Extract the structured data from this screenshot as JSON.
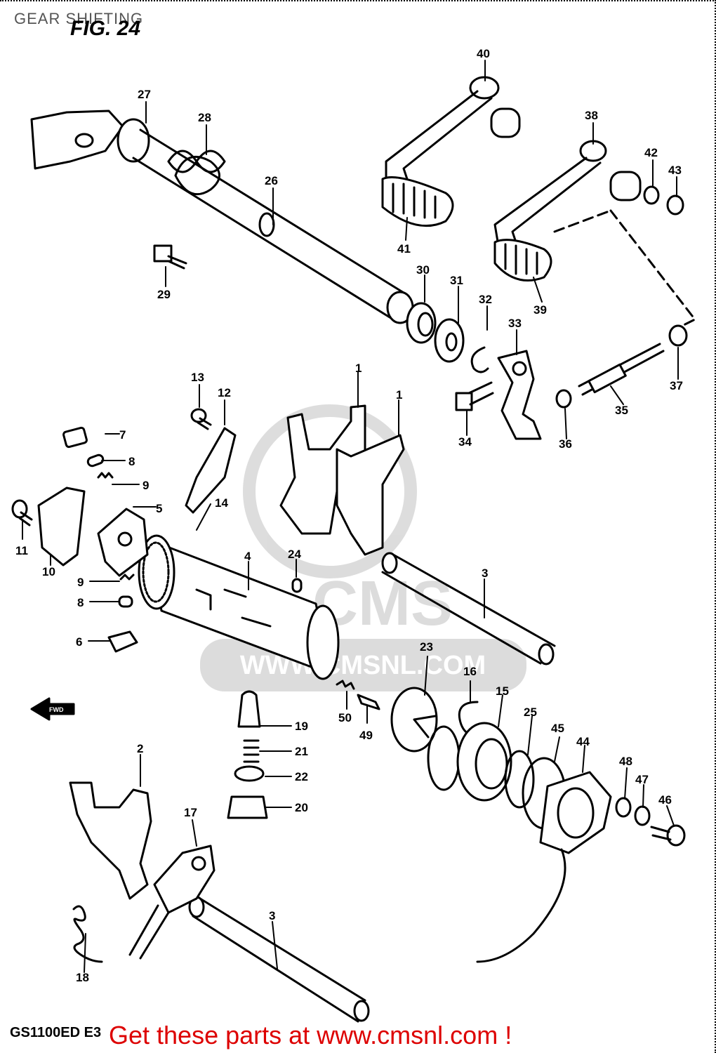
{
  "header": {
    "title": "GEAR SHIFTING",
    "figure": "FIG. 24"
  },
  "footer": {
    "model": "GS1100ED  E3",
    "link_text": "Get these parts at www.cmsnl.com !"
  },
  "watermark": {
    "text": "CMS",
    "subtext": "WWW.CMSNL.COM",
    "color": "#d9d9d9"
  },
  "fwd_arrow": "FWD",
  "colors": {
    "ink": "#000000",
    "link": "#dd0000",
    "watermark": "#d9d9d9"
  },
  "callouts": [
    {
      "label": "1"
    },
    {
      "label": "1"
    },
    {
      "label": "2"
    },
    {
      "label": "3"
    },
    {
      "label": "3"
    },
    {
      "label": "4"
    },
    {
      "label": "5"
    },
    {
      "label": "6"
    },
    {
      "label": "7"
    },
    {
      "label": "8"
    },
    {
      "label": "8"
    },
    {
      "label": "9"
    },
    {
      "label": "9"
    },
    {
      "label": "10"
    },
    {
      "label": "11"
    },
    {
      "label": "12"
    },
    {
      "label": "13"
    },
    {
      "label": "14"
    },
    {
      "label": "15"
    },
    {
      "label": "16"
    },
    {
      "label": "17"
    },
    {
      "label": "18"
    },
    {
      "label": "19"
    },
    {
      "label": "20"
    },
    {
      "label": "21"
    },
    {
      "label": "22"
    },
    {
      "label": "23"
    },
    {
      "label": "24"
    },
    {
      "label": "25"
    },
    {
      "label": "26"
    },
    {
      "label": "27"
    },
    {
      "label": "28"
    },
    {
      "label": "29"
    },
    {
      "label": "30"
    },
    {
      "label": "31"
    },
    {
      "label": "32"
    },
    {
      "label": "33"
    },
    {
      "label": "34"
    },
    {
      "label": "35"
    },
    {
      "label": "36"
    },
    {
      "label": "37"
    },
    {
      "label": "38"
    },
    {
      "label": "39"
    },
    {
      "label": "40"
    },
    {
      "label": "41"
    },
    {
      "label": "42"
    },
    {
      "label": "43"
    },
    {
      "label": "44"
    },
    {
      "label": "45"
    },
    {
      "label": "46"
    },
    {
      "label": "47"
    },
    {
      "label": "48"
    },
    {
      "label": "49"
    },
    {
      "label": "50"
    }
  ]
}
